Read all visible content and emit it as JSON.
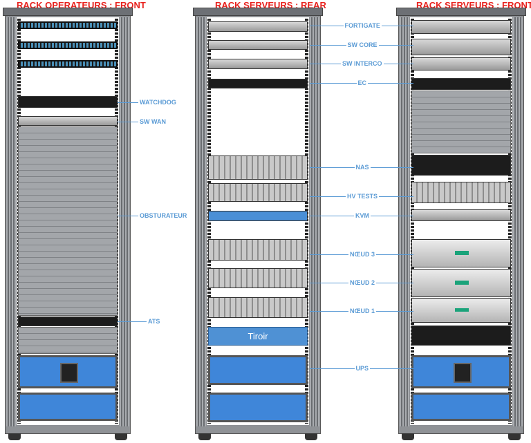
{
  "titles": {
    "left": "RACK OPERATEURS : FRONT",
    "middle": "RACK SERVEURS : REAR",
    "right": "RACK SERVEURS : FRONT"
  },
  "labels": {
    "watchdog": "WATCHDOG",
    "sw_wan": "SW WAN",
    "obsturateur": "OBSTURATEUR",
    "ats": "ATS",
    "fortigate": "FORTIGATE",
    "sw_core": "SW CORE",
    "sw_interco": "SW INTERCO",
    "ec": "EC",
    "nas": "NAS",
    "hv_tests": "HV TESTS",
    "kvm": "KVM",
    "noeud3": "NŒUD 3",
    "noeud2": "NŒUD 2",
    "noeud1": "NŒUD 1",
    "ups": "UPS"
  },
  "tiroir": "Tiroir",
  "colors": {
    "title": "#e8231f",
    "label": "#5b9bd5",
    "ups": "#3f86d9"
  }
}
